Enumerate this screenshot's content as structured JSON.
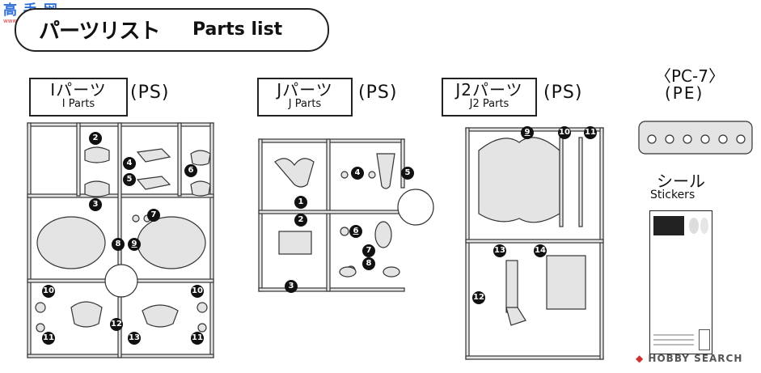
{
  "watermark": {
    "main": "高 手 网",
    "url": "www.gao-shou.com"
  },
  "header": {
    "title_ja": "パーツリスト",
    "title_en": "Parts list"
  },
  "parts": {
    "i": {
      "label_ja": "Iパーツ",
      "label_en": "I Parts",
      "material": "(PS)",
      "numbers": [
        "2",
        "4",
        "5",
        "6",
        "3",
        "7",
        "8",
        "9",
        "10",
        "10",
        "12",
        "11",
        "13",
        "11"
      ]
    },
    "j": {
      "label_ja": "Jパーツ",
      "label_en": "J Parts",
      "material": "(PS)",
      "numbers": [
        "4",
        "5",
        "1",
        "2",
        "6",
        "7",
        "8",
        "3"
      ]
    },
    "j2": {
      "label_ja": "J2パーツ",
      "label_en": "J2 Parts",
      "material": "(PS)",
      "numbers": [
        "9",
        "10",
        "11",
        "13",
        "14",
        "12"
      ]
    }
  },
  "pe": {
    "code": "〈PC-7〉",
    "material": "(PE)"
  },
  "stickers": {
    "label_ja": "シール",
    "label_en": "Stickers"
  },
  "footer": {
    "brand": "HOBBY SEARCH",
    "icon": "hobby-search-logo-icon"
  },
  "colors": {
    "runner_fill": "#e4e4e4",
    "runner_stroke": "#333333",
    "badge": "#111111",
    "watermark_blue": "#2f6fd6",
    "watermark_red": "#d33333"
  }
}
